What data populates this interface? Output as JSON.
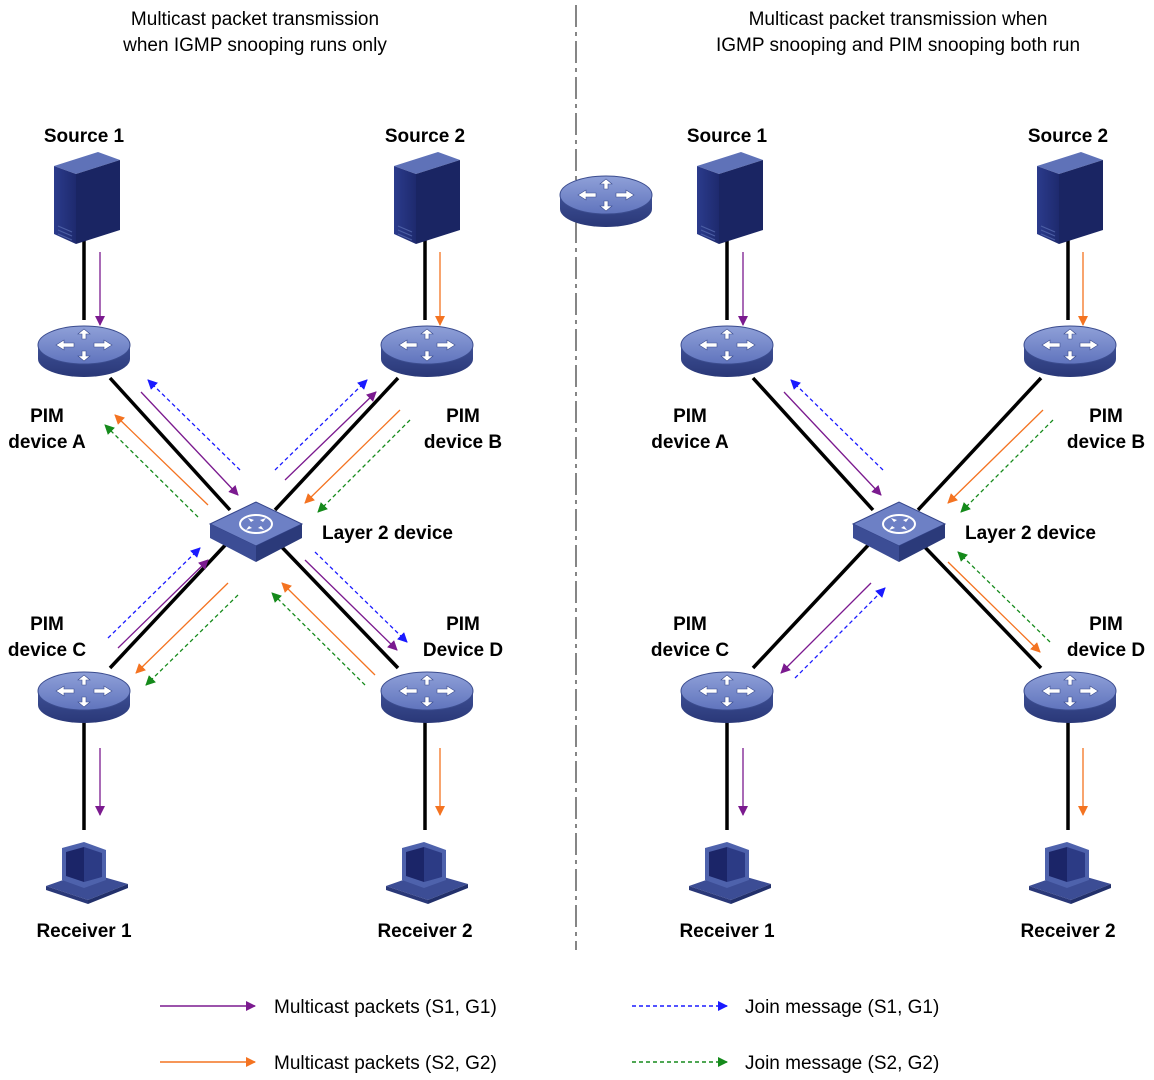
{
  "panels": [
    {
      "title_line1": "Multicast packet transmission",
      "title_line2": "when IGMP snooping runs only",
      "source1": "Source 1",
      "source2": "Source 2",
      "pim_a_1": "PIM",
      "pim_a_2": "device A",
      "pim_b_1": "PIM",
      "pim_b_2": "device B",
      "pim_c_1": "PIM",
      "pim_c_2": "device C",
      "pim_d_1": "PIM",
      "pim_d_2": "Device D",
      "layer2": "Layer 2 device",
      "receiver1": "Receiver 1",
      "receiver2": "Receiver 2"
    },
    {
      "title_line1": "Multicast packet transmission when",
      "title_line2": "IGMP snooping and PIM snooping both run",
      "source1": "Source 1",
      "source2": "Source 2",
      "pim_a_1": "PIM",
      "pim_a_2": "device A",
      "pim_b_1": "PIM",
      "pim_b_2": "device B",
      "pim_c_1": "PIM",
      "pim_c_2": "device C",
      "pim_d_1": "PIM",
      "pim_d_2": "device D",
      "layer2": "Layer 2 device",
      "receiver1": "Receiver 1",
      "receiver2": "Receiver 2"
    }
  ],
  "legend": {
    "mc_s1g1": "Multicast packets (S1, G1)",
    "mc_s2g2": "Multicast packets (S2, G2)",
    "join_s1g1": "Join message (S1, G1)",
    "join_s2g2": "Join message (S2, G2)"
  },
  "colors": {
    "mc_s1g1": "#7b1a8f",
    "mc_s2g2": "#f47321",
    "join_s1g1": "#1a1aff",
    "join_s2g2": "#158a1b",
    "device_blue": "#4a5fa8"
  }
}
